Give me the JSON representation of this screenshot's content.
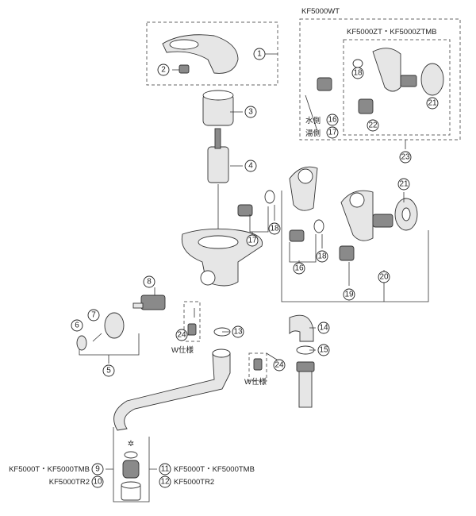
{
  "titles": {
    "outer_box": "KF5000WT",
    "inner_box": "KF5000ZT・KF5000ZTMB",
    "water_side": "水側",
    "hot_side": "湯側",
    "w_spec": "W仕様"
  },
  "variant_labels": {
    "left_9": "KF5000T・KF5000TMB",
    "left_10": "KF5000TR2",
    "right_11": "KF5000T・KF5000TMB",
    "right_12": "KF5000TR2"
  },
  "parts": {
    "p1": "1",
    "p2": "2",
    "p3": "3",
    "p4": "4",
    "p5": "5",
    "p6": "6",
    "p7": "7",
    "p8": "8",
    "p9": "9",
    "p10": "10",
    "p11": "11",
    "p12": "12",
    "p13": "13",
    "p14": "14",
    "p15": "15",
    "p16": "16",
    "p17": "17",
    "p18": "18",
    "p19": "19",
    "p20": "20",
    "p21": "21",
    "p22": "22",
    "p23": "23",
    "p24": "24"
  }
}
